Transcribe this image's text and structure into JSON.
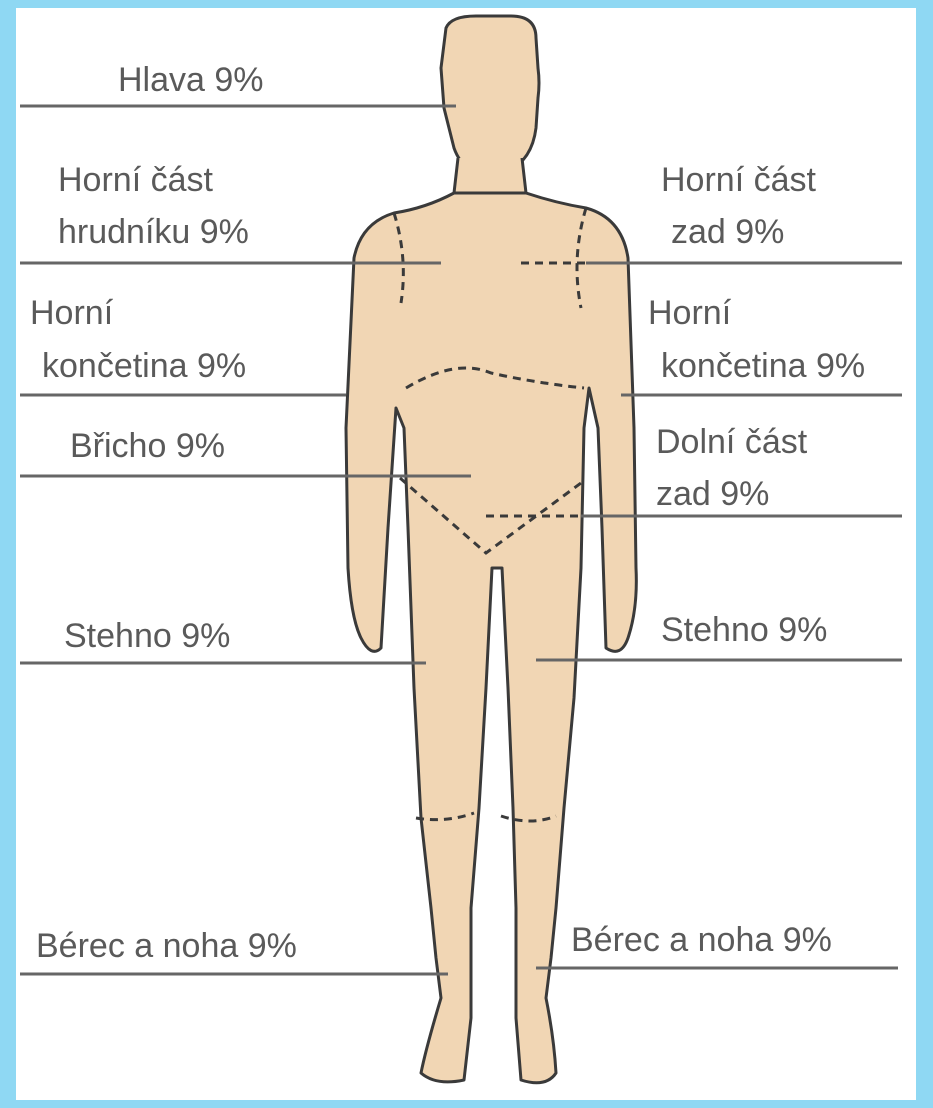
{
  "colors": {
    "frame": "#8fd8f3",
    "background": "#ffffff",
    "skin": "#f1d6b4",
    "outline": "#3a3a3a",
    "leader_line": "#666666",
    "text": "#5a5a5a"
  },
  "labels": {
    "head": "Hlava 9%",
    "upper_chest_1": "Horní část",
    "upper_chest_2": "hrudníku 9%",
    "upper_back_1": "Horní část",
    "upper_back_2": "zad 9%",
    "left_arm_1": "Horní",
    "left_arm_2": "končetina 9%",
    "right_arm_1": "Horní",
    "right_arm_2": "končetina 9%",
    "abdomen": "Břicho 9%",
    "lower_back_1": "Dolní část",
    "lower_back_2": "zad 9%",
    "left_thigh": "Stehno 9%",
    "right_thigh": "Stehno 9%",
    "left_lowerleg": "Bérec a noha 9%",
    "right_lowerleg": "Bérec a noha 9%"
  }
}
